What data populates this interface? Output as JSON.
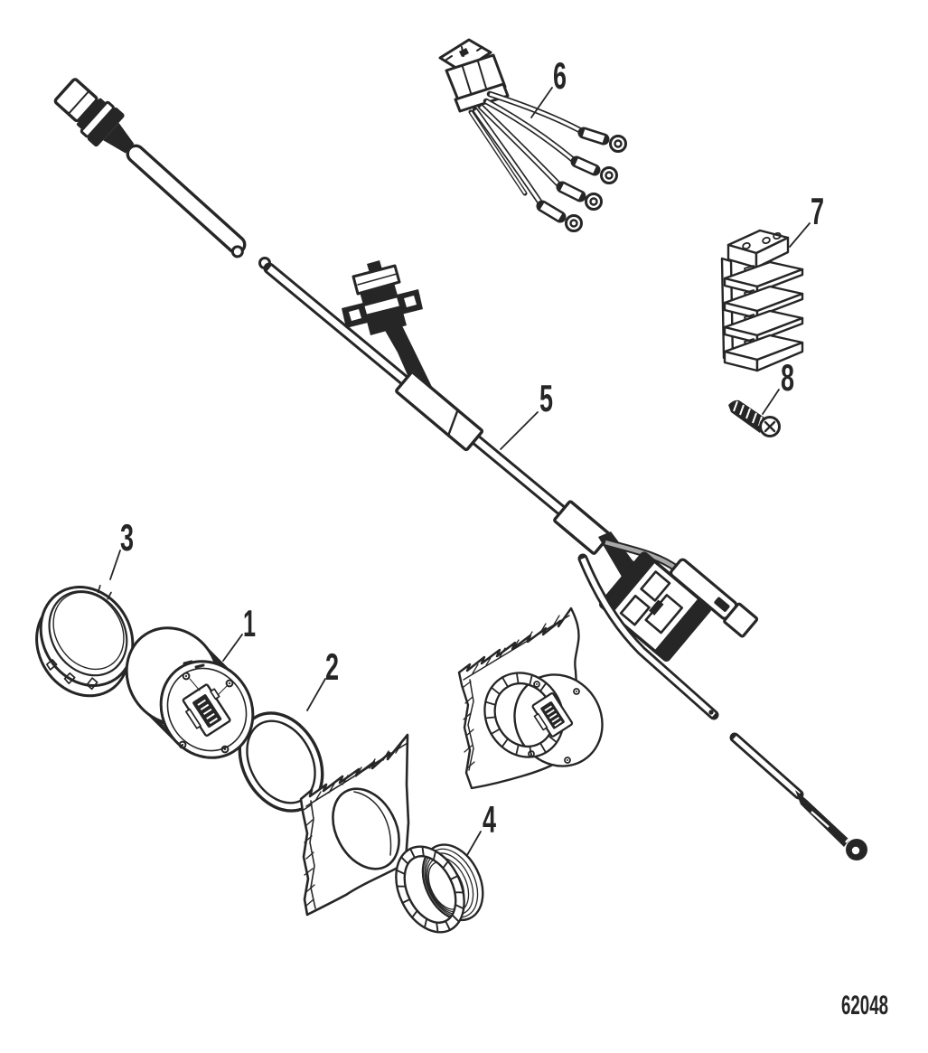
{
  "drawing": {
    "number": "62048",
    "type": "exploded-parts-diagram",
    "colors": {
      "ink": "#262626",
      "background": "#ffffff",
      "wire_gray": "#a8a8a8"
    },
    "callouts": [
      {
        "label": "1",
        "target": "gauge body"
      },
      {
        "label": "2",
        "target": "o-ring seal"
      },
      {
        "label": "3",
        "target": "bezel ring"
      },
      {
        "label": "4",
        "target": "mounting nut"
      },
      {
        "label": "5",
        "target": "harness cable assembly"
      },
      {
        "label": "6",
        "target": "connector with ring terminal leads"
      },
      {
        "label": "7",
        "target": "terminal block stack"
      },
      {
        "label": "8",
        "target": "screw"
      }
    ]
  }
}
